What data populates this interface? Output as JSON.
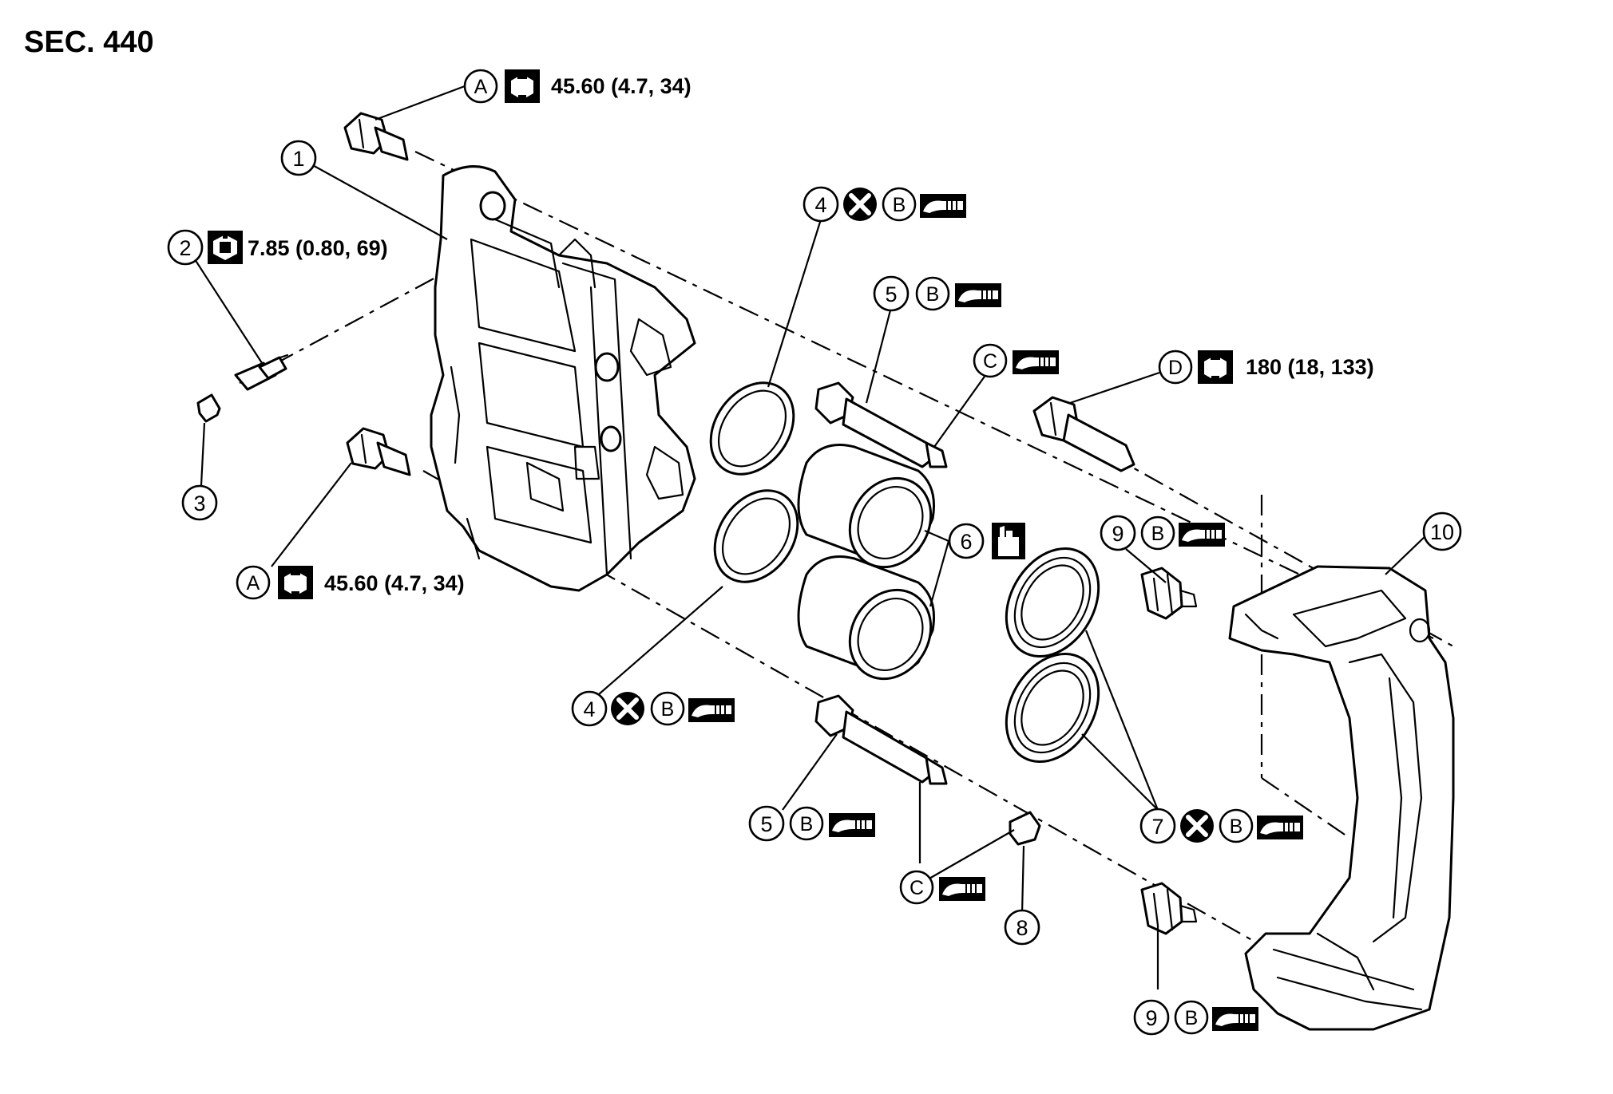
{
  "section_label": "SEC. 440",
  "callouts": {
    "n1": "1",
    "n2": "2",
    "n3": "3",
    "n4a": "4",
    "n4b": "4",
    "n5a": "5",
    "n5b": "5",
    "n6": "6",
    "n7": "7",
    "n8": "8",
    "n9a": "9",
    "n9b": "9",
    "n10": "10"
  },
  "letters": {
    "A_top": "A",
    "A_bottom": "A",
    "B_4a": "B",
    "B_5a": "B",
    "B_4b": "B",
    "B_5b": "B",
    "B_9a": "B",
    "B_7": "B",
    "B_9b": "B",
    "C_top": "C",
    "C_bottom": "C",
    "D": "D"
  },
  "torque": {
    "A_top": "45.60 (4.7, 34)",
    "A_bottom": "45.60 (4.7, 34)",
    "bleeder": "7.85 (0.80, 69)",
    "D": "180 (18, 133)"
  },
  "symbols": {
    "torque": "torque-wrench-icon",
    "bleeder_torque": "flare-nut-wrench-icon",
    "replace": "do-not-reuse-icon",
    "grease": "grease-tube-icon",
    "brake_fluid": "brake-fluid-can-icon"
  }
}
